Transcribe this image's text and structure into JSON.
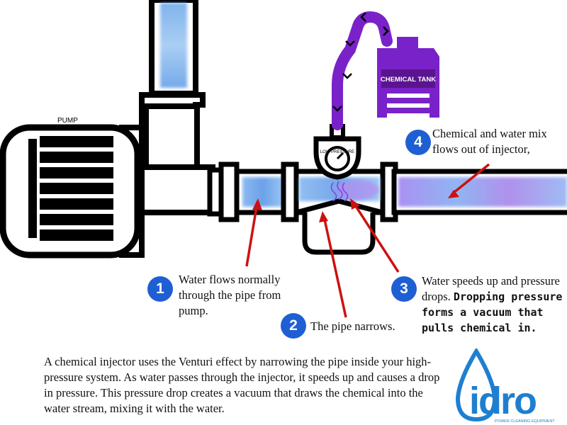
{
  "labels": {
    "pump": "PUMP",
    "tank": "CHEMICAL TANK",
    "gauge": "LOW PRESSURE"
  },
  "steps": [
    {
      "number": "1",
      "text": "Water flows normally through the pipe from pump.",
      "bold": ""
    },
    {
      "number": "2",
      "text": "The pipe narrows.",
      "bold": ""
    },
    {
      "number": "3",
      "text": "Water speeds up and pressure drops.",
      "bold": "Dropping pressure forms a vacuum that pulls chemical in."
    },
    {
      "number": "4",
      "text": "Chemical and water mix flows out of injector,",
      "bold": ""
    }
  ],
  "summary": "A chemical injector uses the Venturi effect by narrowing the pipe inside your high-pressure system. As water passes through the injector, it speeds up and causes a drop in pressure. This pressure drop creates a vacuum that draws the chemical into the water stream, mixing it with the water.",
  "logo": {
    "text": "idro",
    "tagline": "POWER CLEANING EQUIPMENT"
  },
  "colors": {
    "step_circle": "#1f5fd4",
    "arrow": "#cc1111",
    "chemical_line": "#7a22c9",
    "water": "#4d8fe0",
    "logo_blue": "#1e7fd0"
  }
}
